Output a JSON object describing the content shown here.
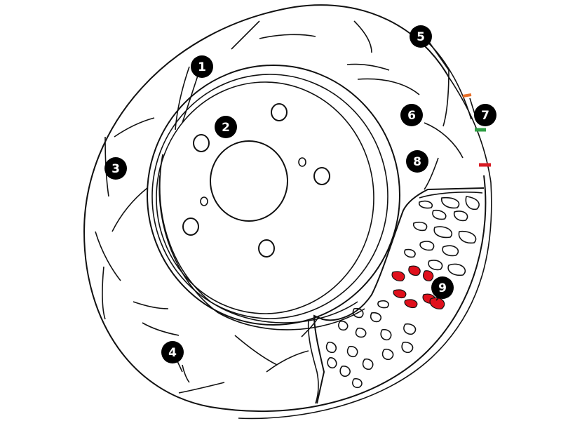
{
  "diagram": {
    "colors": {
      "outline": "#111111",
      "background": "#ffffff",
      "wear_marker_orange": "#e8702a",
      "wear_marker_green": "#2f9e44",
      "wear_marker_red": "#d81b23",
      "vane_highlight": "#e0101c"
    },
    "callouts": [
      {
        "number": "1"
      },
      {
        "number": "2"
      },
      {
        "number": "3"
      },
      {
        "number": "4"
      },
      {
        "number": "5"
      },
      {
        "number": "6"
      },
      {
        "number": "7"
      },
      {
        "number": "8"
      },
      {
        "number": "9"
      }
    ]
  }
}
